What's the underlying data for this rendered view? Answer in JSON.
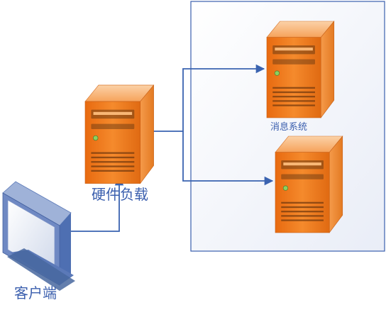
{
  "labels": {
    "client": "客户端",
    "load_balancer": "硬件负载",
    "message_system": "消息系统"
  },
  "colors": {
    "connector": "#3a63b0",
    "group_border": "#3a5fae",
    "label": "#3b5fae",
    "server_orange": "#f07c1e",
    "monitor_frame": "#5b79b8"
  },
  "icons": [
    "monitor-icon",
    "server-icon"
  ]
}
